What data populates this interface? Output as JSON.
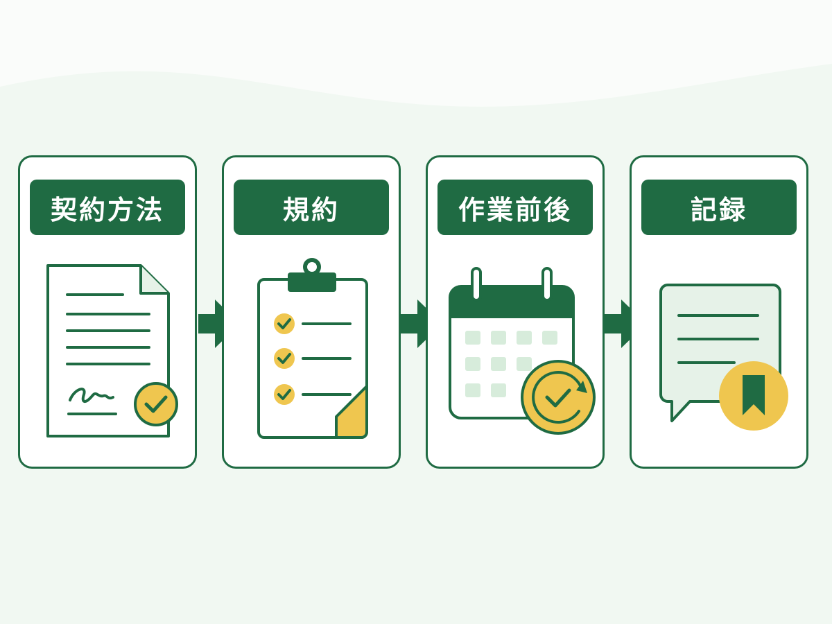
{
  "steps": [
    {
      "label": "契約方法",
      "icon": "signed-contract-icon"
    },
    {
      "label": "規約",
      "icon": "checklist-clipboard-icon"
    },
    {
      "label": "作業前後",
      "icon": "calendar-check-icon"
    },
    {
      "label": "記録",
      "icon": "bookmarked-note-icon"
    }
  ],
  "colors": {
    "primary": "#1f6b43",
    "accent": "#efc64f",
    "background": "#f1f8f2",
    "card": "#ffffff",
    "light_green": "#e6f2e8"
  }
}
